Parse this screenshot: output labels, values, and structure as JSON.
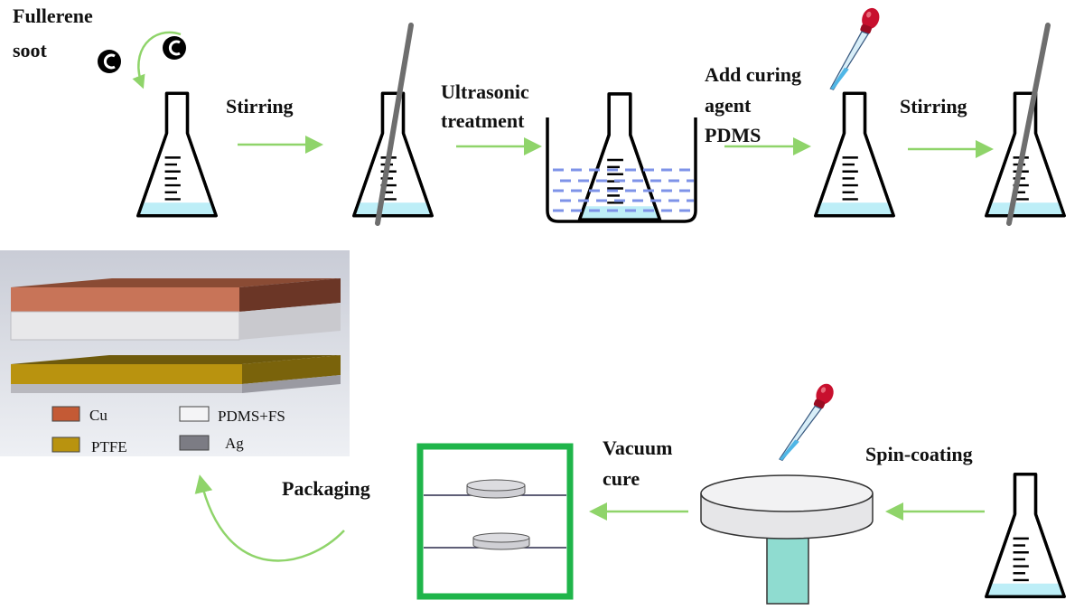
{
  "steps": {
    "fullerene_line1": "Fullerene",
    "fullerene_line2": "soot",
    "stirring_1": "Stirring",
    "ultrasonic_line1": "Ultrasonic",
    "ultrasonic_line2": "treatment",
    "add_line1": "Add curing",
    "add_line2": "agent",
    "add_line3": "PDMS",
    "stirring_2": "Stirring",
    "spin_coating": "Spin-coating",
    "vacuum_line1": "Vacuum",
    "vacuum_line2": "cure",
    "packaging": "Packaging"
  },
  "molecule_symbol": "C",
  "legend": {
    "cu": "Cu",
    "pdms_fs": "PDMS+FS",
    "ptfe": "PTFE",
    "ag": "Ag"
  },
  "colors": {
    "arrow": "#8fd46a",
    "liquid": "#bdeef7",
    "water_dash": "#7e93e8",
    "cu": "#c45a35",
    "pdms_fs": "#f4f4f6",
    "ptfe": "#b9930f",
    "ag": "#7c7c84",
    "oven_frame": "#1fb54a",
    "dropper_bulb": "#c8102e",
    "spin_shaft": "#8fdcd0"
  }
}
